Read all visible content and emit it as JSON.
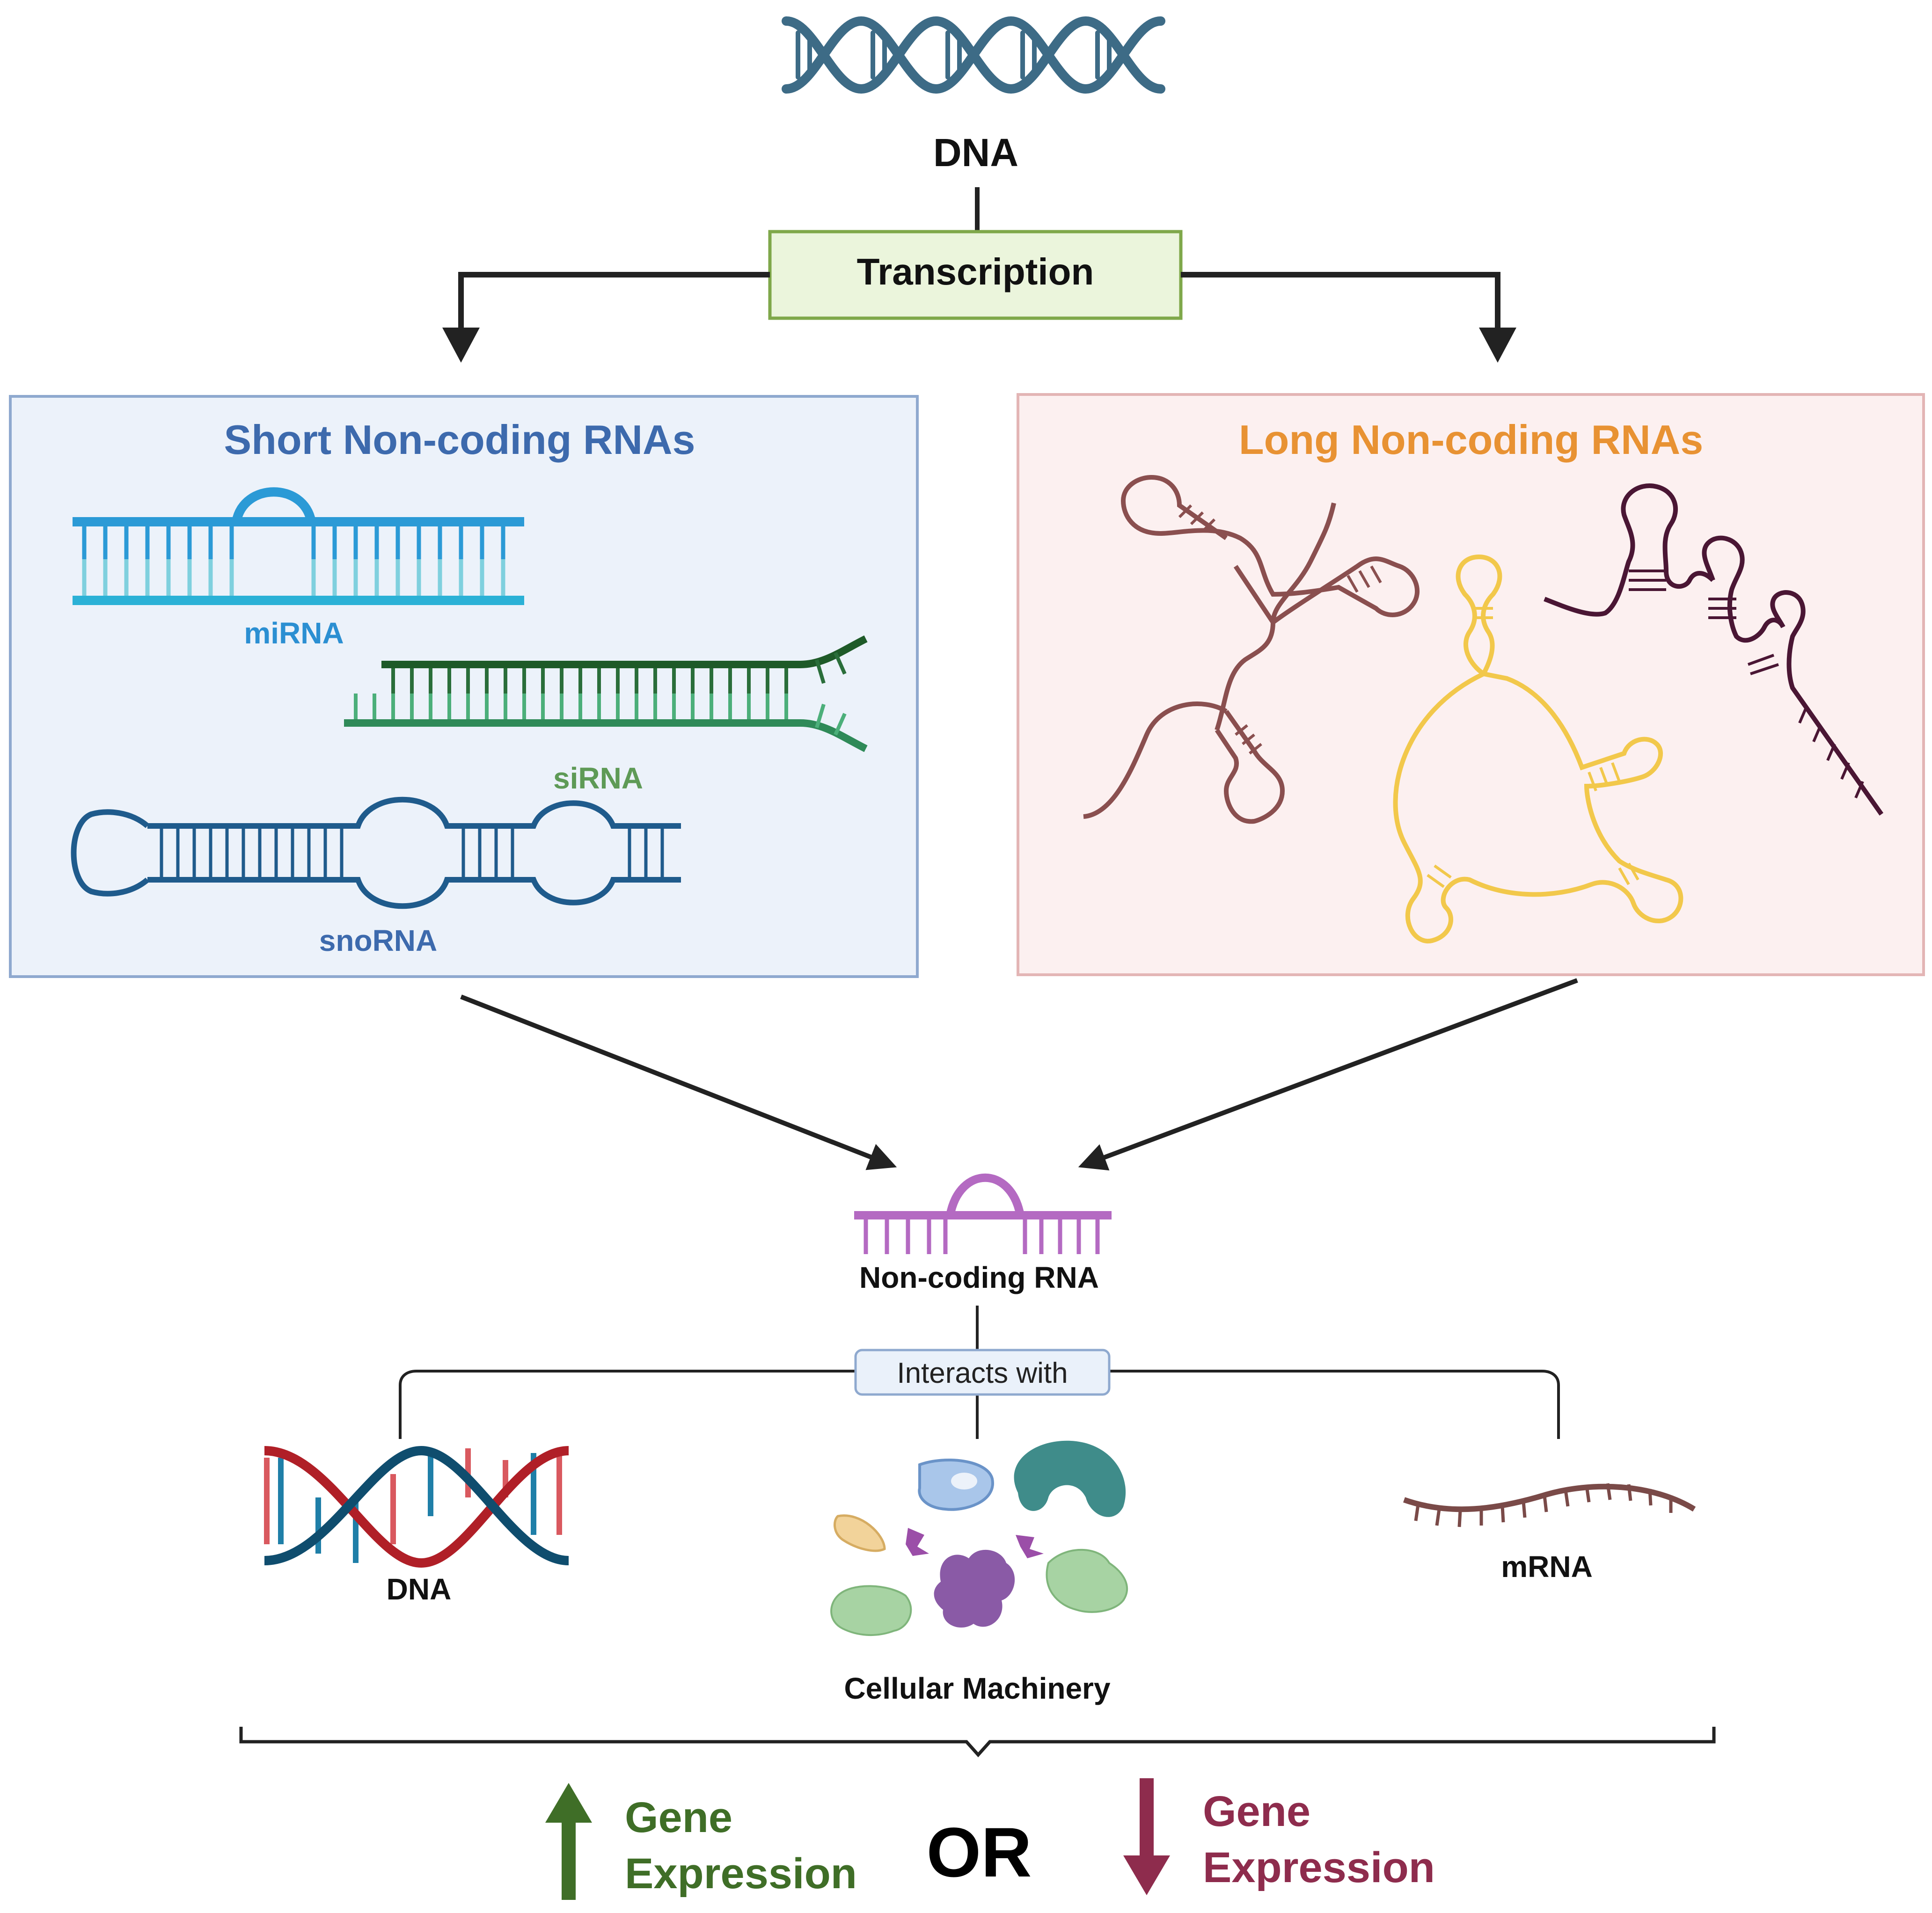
{
  "top": {
    "dna_label": "DNA",
    "transcription_label": "Transcription"
  },
  "short_panel": {
    "title": "Short Non-coding RNAs",
    "mirna_label": "miRNA",
    "sirna_label": "siRNA",
    "snorna_label": "snoRNA"
  },
  "long_panel": {
    "title": "Long Non-coding RNAs"
  },
  "center": {
    "ncrna_label": "Non-coding RNA",
    "interacts_label": "Interacts with"
  },
  "targets": {
    "dna_label": "DNA",
    "machinery_label": "Cellular Machinery",
    "mrna_label": "mRNA"
  },
  "outcome": {
    "up_line1": "Gene",
    "up_line2": "Expression",
    "or_label": "OR",
    "down_line1": "Gene",
    "down_line2": "Expression"
  },
  "colors": {
    "dna_helix": "#3d6b86",
    "transcription_box_fill": "#ebf5dc",
    "transcription_box_stroke": "#7fa84a",
    "short_panel_fill": "#ecf2fa",
    "short_panel_stroke": "#8fa9cf",
    "short_title": "#3d6aad",
    "long_panel_fill": "#fcf0f0",
    "long_panel_stroke": "#e3b5b5",
    "long_title": "#e89233",
    "mirna": "#2b9ad6",
    "sirna": "#2a6e3a",
    "snorna": "#1f5b8c",
    "lnc_brown": "#8a4f4f",
    "lnc_yellow": "#f2c84b",
    "lnc_dark": "#4a1634",
    "ncrna": "#b46ac2",
    "up": "#3f6e27",
    "down": "#8e2c4d",
    "mrna": "#7a4a48"
  },
  "icons": [
    "dna-helix-icon",
    "mirna-icon",
    "sirna-icon",
    "snorna-icon",
    "lncrna-icon",
    "ncrna-icon",
    "dna-double-helix-icon",
    "protein-cluster-icon",
    "mrna-strand-icon",
    "up-arrow-icon",
    "down-arrow-icon"
  ]
}
